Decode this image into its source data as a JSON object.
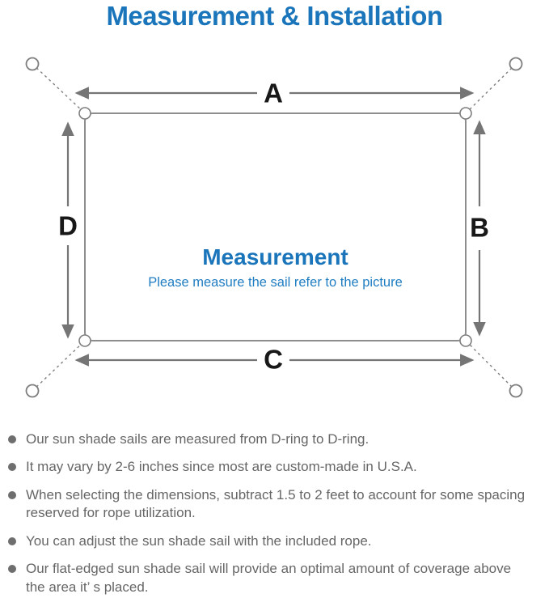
{
  "page": {
    "title": "Measurement & Installation"
  },
  "colors": {
    "accent_blue": "#1b75bb",
    "subtitle_blue": "#1f7dc2",
    "line_gray": "#7e7e7e",
    "text_gray": "#666666",
    "dot_gray": "#6e6e6e",
    "label_black": "#181818"
  },
  "diagram": {
    "labels": {
      "top": "A",
      "right": "B",
      "bottom": "C",
      "left": "D"
    },
    "center": {
      "heading": "Measurement",
      "subheading": "Please measure the sail refer to the picture"
    }
  },
  "notes": {
    "items": [
      "Our sun shade sails are measured from D-ring to D-ring.",
      "It may vary by 2-6 inches since most are custom-made in U.S.A.",
      "When selecting the dimensions, subtract 1.5 to 2 feet to account for some spacing\nreserved for rope utilization.",
      "You can adjust the sun shade sail with the included rope.",
      "Our flat-edged sun shade sail will provide an optimal amount of coverage above\nthe area it’ s placed."
    ]
  }
}
